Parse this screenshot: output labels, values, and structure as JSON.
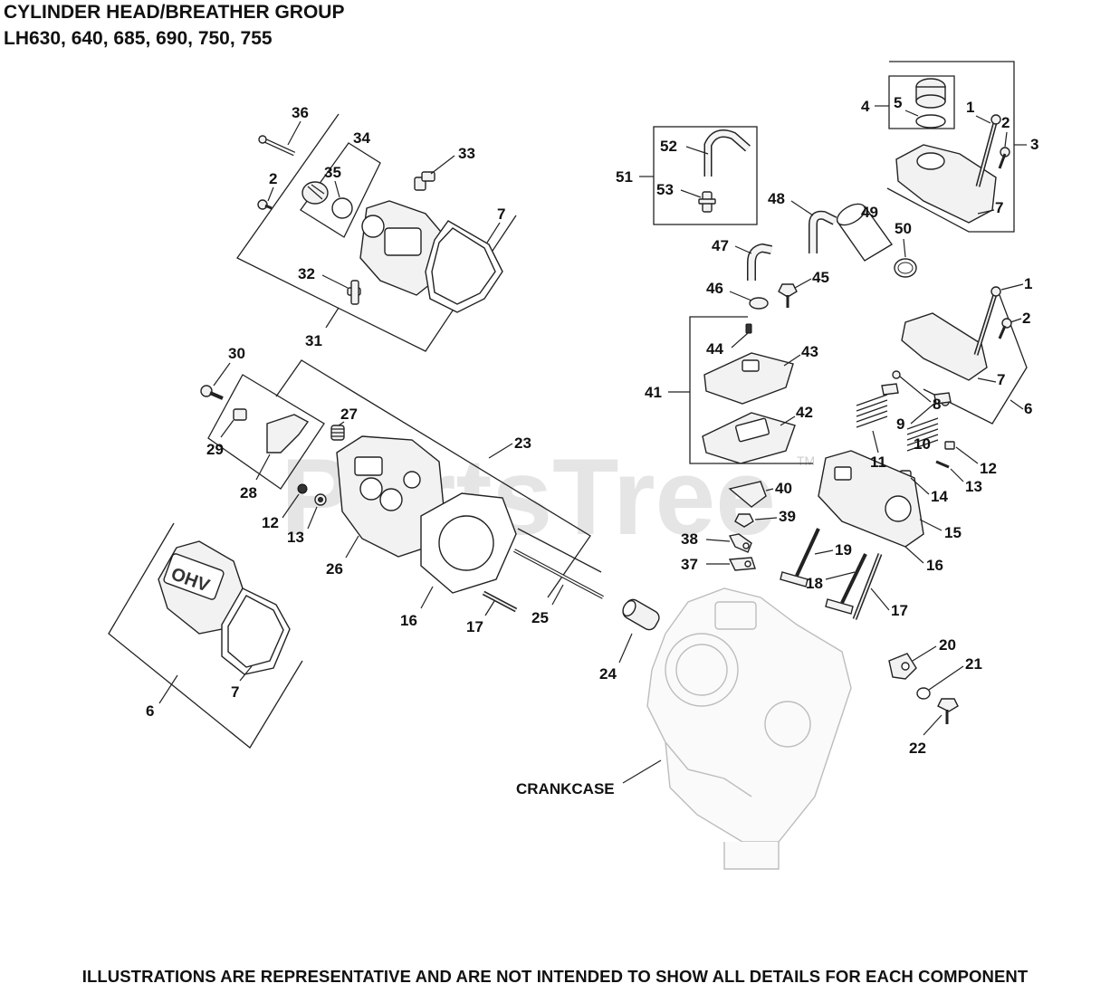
{
  "header": {
    "title": "CYLINDER HEAD/BREATHER GROUP",
    "models": "LH630, 640, 685, 690, 750, 755"
  },
  "footer": {
    "disclaimer": "ILLUSTRATIONS ARE REPRESENTATIVE AND ARE NOT INTENDED TO SHOW ALL DETAILS FOR EACH COMPONENT"
  },
  "watermark": {
    "text": "PartsTree",
    "trademark": "TM"
  },
  "callouts": {
    "c1a": "1",
    "c1b": "1",
    "c2a": "2",
    "c2b": "2",
    "c2c": "2",
    "c3": "3",
    "c4": "4",
    "c5": "5",
    "c6a": "6",
    "c6b": "6",
    "c7a": "7",
    "c7b": "7",
    "c7c": "7",
    "c7d": "7",
    "c8": "8",
    "c9": "9",
    "c10": "10",
    "c11": "11",
    "c12a": "12",
    "c12b": "12",
    "c13a": "13",
    "c13b": "13",
    "c14": "14",
    "c15": "15",
    "c16a": "16",
    "c16b": "16",
    "c17a": "17",
    "c17b": "17",
    "c18": "18",
    "c19": "19",
    "c20": "20",
    "c21": "21",
    "c22": "22",
    "c23": "23",
    "c24": "24",
    "c25": "25",
    "c26": "26",
    "c27": "27",
    "c28": "28",
    "c29": "29",
    "c30": "30",
    "c31": "31",
    "c32": "32",
    "c33": "33",
    "c34": "34",
    "c35": "35",
    "c36": "36",
    "c37": "37",
    "c38": "38",
    "c39": "39",
    "c40": "40",
    "c41": "41",
    "c42": "42",
    "c43": "43",
    "c44": "44",
    "c45": "45",
    "c46": "46",
    "c47": "47",
    "c48": "48",
    "c49": "49",
    "c50": "50",
    "c51": "51",
    "c52": "52",
    "c53": "53",
    "crankcase": "CRANKCASE",
    "ohv": "OHV"
  }
}
